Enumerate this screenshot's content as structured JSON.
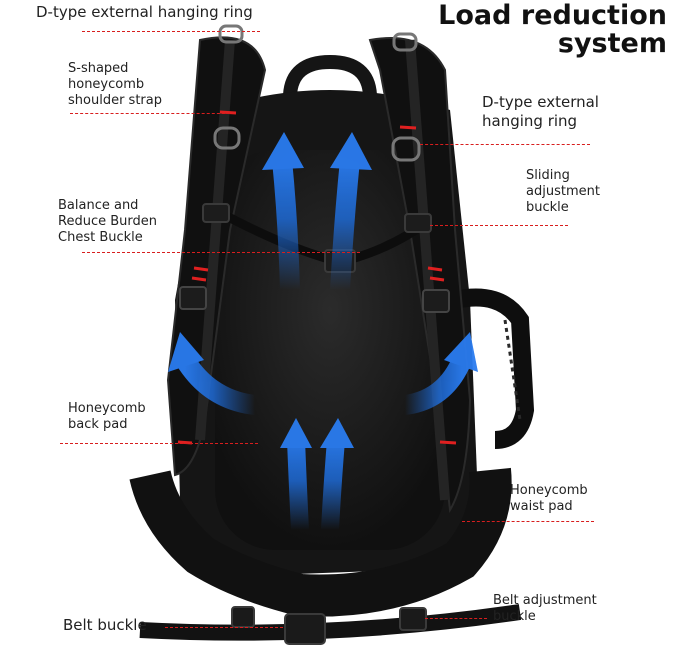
{
  "title": {
    "line1": "Load reduction",
    "line2": "system"
  },
  "callouts": {
    "d_ring_top": "D-type external  hanging ring",
    "s_shaped": "S-shaped\nhoneycomb\nshoulder strap",
    "d_ring_right": "D-type external\nhanging ring",
    "sliding": "Sliding\nadjustment\nbuckle",
    "chest": "Balance and\nReduce Burden\nChest Buckle",
    "back_pad": "Honeycomb\nback pad",
    "waist_pad": "Honeycomb\nwaist pad",
    "belt_buckle": "Belt buckle",
    "belt_adjust": "Belt adjustment\nbuckle"
  },
  "colors": {
    "leader_line": "#d81e1e",
    "arrow": "#1f6fe0",
    "bag": "#141414",
    "accent": "#e02020"
  }
}
